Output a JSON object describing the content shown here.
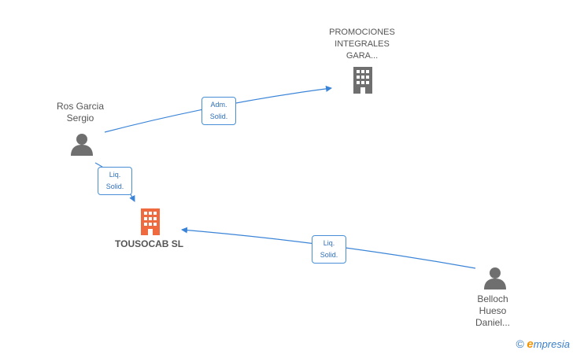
{
  "colors": {
    "edge": "#3a84d8",
    "person_icon": "#6f6f6f",
    "company_icon": "#6f6f6f",
    "main_company_icon": "#ef6a3e"
  },
  "nodes": {
    "promociones": {
      "lines": [
        "PROMOCIONES",
        "INTEGRALES",
        "GARA..."
      ],
      "icon": "building-icon"
    },
    "ros_garcia": {
      "lines": [
        "Ros Garcia",
        "Sergio"
      ],
      "icon": "person-icon"
    },
    "tousocab": {
      "name": "TOUSOCAB SL",
      "icon": "building-icon"
    },
    "belloch": {
      "lines": [
        "Belloch",
        "Hueso",
        "Daniel..."
      ],
      "icon": "person-icon"
    }
  },
  "edges": {
    "ros_to_promociones": {
      "lines": [
        "Adm.",
        "Solid."
      ]
    },
    "ros_to_tousocab": {
      "lines": [
        "Liq.",
        "Solid."
      ]
    },
    "belloch_to_tousocab": {
      "lines": [
        "Liq.",
        "Solid."
      ]
    }
  },
  "logo": {
    "copyright": "©",
    "brand_initial": "e",
    "brand_rest": "mpresia"
  }
}
